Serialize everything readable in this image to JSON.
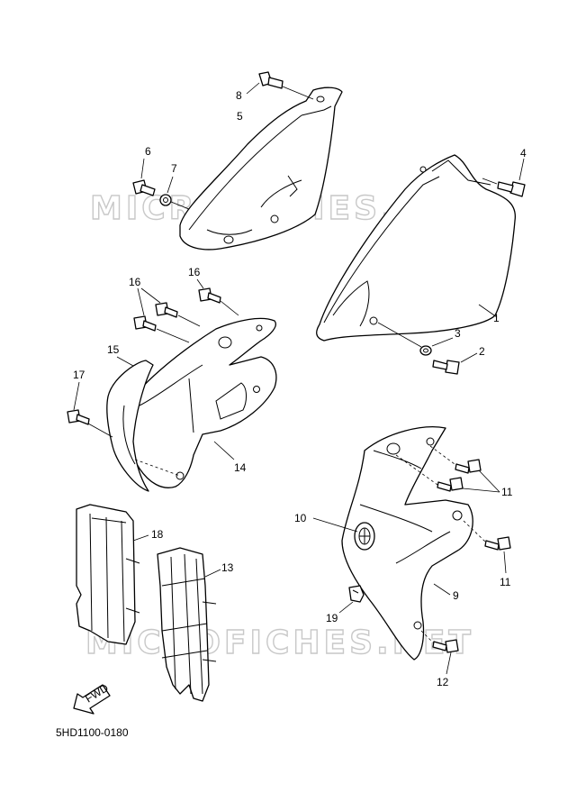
{
  "watermark": "MICROFICHES.NET",
  "diagram_code": "5HD1100-0180",
  "fwd_label": "FWD",
  "callouts": {
    "c1": "1",
    "c2": "2",
    "c3": "3",
    "c4": "4",
    "c5": "5",
    "c6": "6",
    "c7": "7",
    "c8": "8",
    "c9": "9",
    "c10": "10",
    "c11a": "11",
    "c11b": "11",
    "c12": "12",
    "c13": "13",
    "c14": "14",
    "c15": "15",
    "c16a": "16",
    "c16b": "16",
    "c17": "17",
    "c18": "18",
    "c19": "19"
  },
  "colors": {
    "line": "#000000",
    "watermark": "#c8c8c8",
    "background": "#ffffff"
  }
}
